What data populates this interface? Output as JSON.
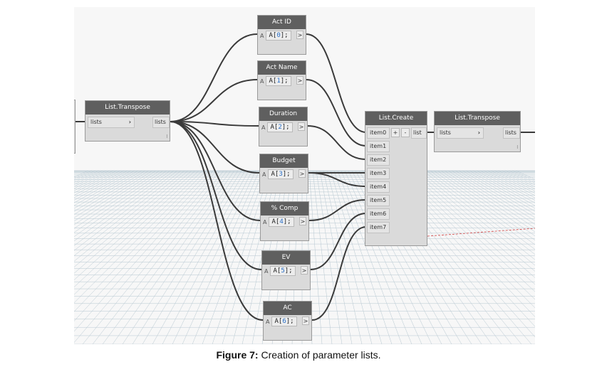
{
  "caption": {
    "label": "Figure 7:",
    "text": " Creation of parameter lists."
  },
  "nodes": {
    "transpose_left": {
      "title": "List.Transpose",
      "input_label": "lists",
      "input_chevron": "›",
      "output_label": "lists",
      "mini": "l"
    },
    "act_id": {
      "title": "Act ID",
      "port": "A",
      "code_prefix": "A[",
      "code_index": "0",
      "code_suffix": "];",
      "out": ">"
    },
    "act_name": {
      "title": "Act Name",
      "port": "A",
      "code_prefix": "A[",
      "code_index": "1",
      "code_suffix": "];",
      "out": ">"
    },
    "duration": {
      "title": "Duration",
      "port": "A",
      "code_prefix": "A[",
      "code_index": "2",
      "code_suffix": "];",
      "out": ">"
    },
    "budget": {
      "title": "Budget",
      "port": "A",
      "code_prefix": "A[",
      "code_index": "3",
      "code_suffix": "];",
      "out": ">"
    },
    "comp": {
      "title": "% Comp",
      "port": "A",
      "code_prefix": "A[",
      "code_index": "4",
      "code_suffix": "];",
      "out": ">"
    },
    "ev": {
      "title": "EV",
      "port": "A",
      "code_prefix": "A[",
      "code_index": "5",
      "code_suffix": "];",
      "out": ">"
    },
    "ac": {
      "title": "AC",
      "port": "A",
      "code_prefix": "A[",
      "code_index": "6",
      "code_suffix": "];",
      "out": ">"
    },
    "list_create": {
      "title": "List.Create",
      "items": [
        "item0",
        "item1",
        "item2",
        "item3",
        "item4",
        "item5",
        "item6",
        "item7"
      ],
      "plus": "+",
      "minus": "-",
      "output_label": "list"
    },
    "transpose_right": {
      "title": "List.Transpose",
      "input_label": "lists",
      "input_chevron": "›",
      "output_label": "lists",
      "mini": "l"
    }
  },
  "colors": {
    "node_header": "#5f5f5f",
    "node_body": "#dadada",
    "wire": "#3a3a3a",
    "code_index": "#2a70c9",
    "grid": "#9bb3c0",
    "axis_red": "#d04040"
  }
}
